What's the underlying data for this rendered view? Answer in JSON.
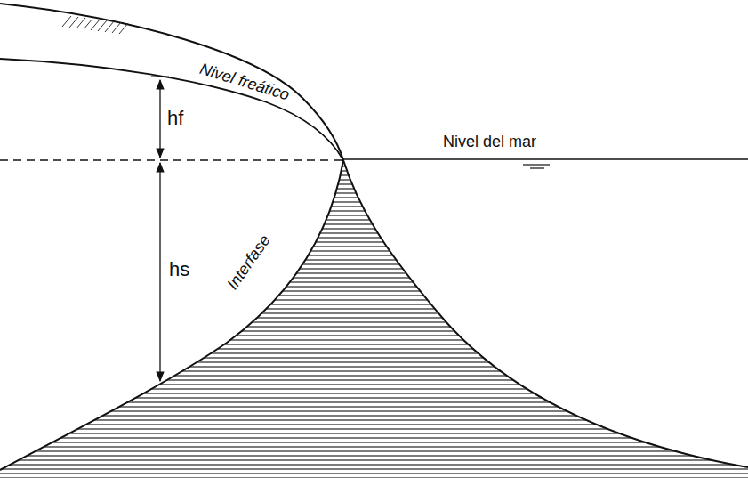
{
  "diagram": {
    "labels": [
      "Nivel freático",
      "hf",
      "Nivel del mar",
      "hs",
      "Interfase"
    ]
  }
}
